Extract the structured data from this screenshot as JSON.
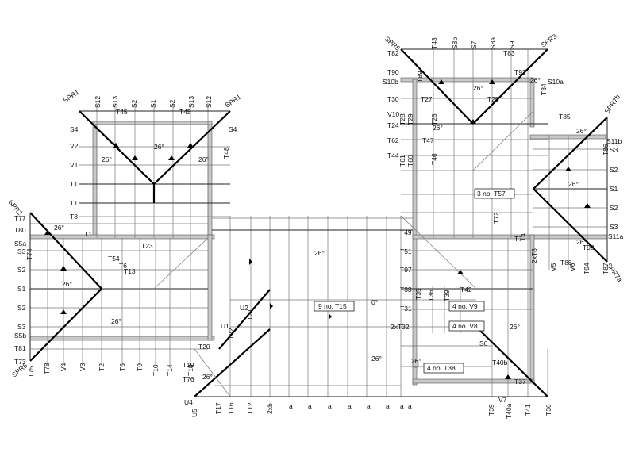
{
  "spans": {
    "left_top": "SPR1",
    "left_top_right": "SPR1",
    "far_left_top": "SPR2",
    "far_left_bot": "SPR6",
    "right_top_left": "SPR5",
    "right_top_right": "SPR3",
    "right_side_top": "SPR7b",
    "right_side_bot": "SPR7a"
  },
  "pitches": [
    "26°",
    "26°",
    "26°",
    "26°",
    "26°",
    "26°",
    "26°",
    "26°",
    "26°",
    "26°",
    "26°",
    "26°",
    "26°",
    "26°",
    "26°",
    "26°",
    "26°",
    "0°"
  ],
  "callouts": {
    "c1": "9 no. T15",
    "c2": "4 no. V9",
    "c3": "4 no. V8",
    "c4": "4 no. T38",
    "c5": "3 no. T57"
  },
  "labels": {
    "top_left_block": [
      "S12",
      "S13",
      "S2",
      "S1",
      "S2",
      "S13",
      "S12"
    ],
    "top_left_left": [
      "S4",
      "V2",
      "V1",
      "T1",
      "T1",
      "T8"
    ],
    "top_left_misc": [
      "T45",
      "T45",
      "S4",
      "T48",
      "T1",
      "T23"
    ],
    "left_block": [
      "T77",
      "T80",
      "S5a",
      "S3",
      "S2",
      "S1",
      "S2",
      "S3",
      "S5b",
      "T81",
      "T73",
      "T74"
    ],
    "bottom_left": [
      "T75",
      "T78",
      "V4",
      "V3",
      "T2",
      "T5",
      "T9",
      "T10",
      "T14",
      "T18"
    ],
    "center_left": [
      "T54",
      "T6",
      "T13"
    ],
    "mid_low": [
      "U2",
      "T21",
      "U1",
      "T22",
      "T20",
      "T19",
      "T76",
      "U4",
      "U5",
      "T17",
      "T16",
      "T12",
      "2xb"
    ],
    "bottom_a": [
      "a",
      "a",
      "a",
      "a",
      "a",
      "a",
      "a",
      "a"
    ],
    "top_right_top": [
      "T82",
      "T43",
      "S8b",
      "S7",
      "S8a",
      "S9",
      "T83",
      "T92",
      "S10a"
    ],
    "top_right_left": [
      "T90",
      "S10b",
      "T30",
      "V10",
      "T24",
      "T62",
      "T44"
    ],
    "top_right_inner": [
      "T89",
      "T27",
      "T25",
      "T26",
      "T47",
      "T46",
      "T61",
      "T60",
      "T28",
      "T29",
      "T84"
    ],
    "right_side": [
      "T85",
      "S11b",
      "T86",
      "S3",
      "S2",
      "S1",
      "S2",
      "S3",
      "S11a",
      "T93",
      "T94",
      "T88",
      "T87",
      "V5",
      "V6"
    ],
    "right_mid": [
      "T49",
      "T51",
      "T97",
      "T33",
      "T31",
      "2xT32",
      "T42",
      "T35",
      "T36",
      "T39",
      "T72",
      "T7",
      "T4",
      "2xT8"
    ],
    "right_bottom": [
      "S6",
      "T40b",
      "T37",
      "V7",
      "T39",
      "T40a",
      "T41",
      "T36"
    ]
  }
}
